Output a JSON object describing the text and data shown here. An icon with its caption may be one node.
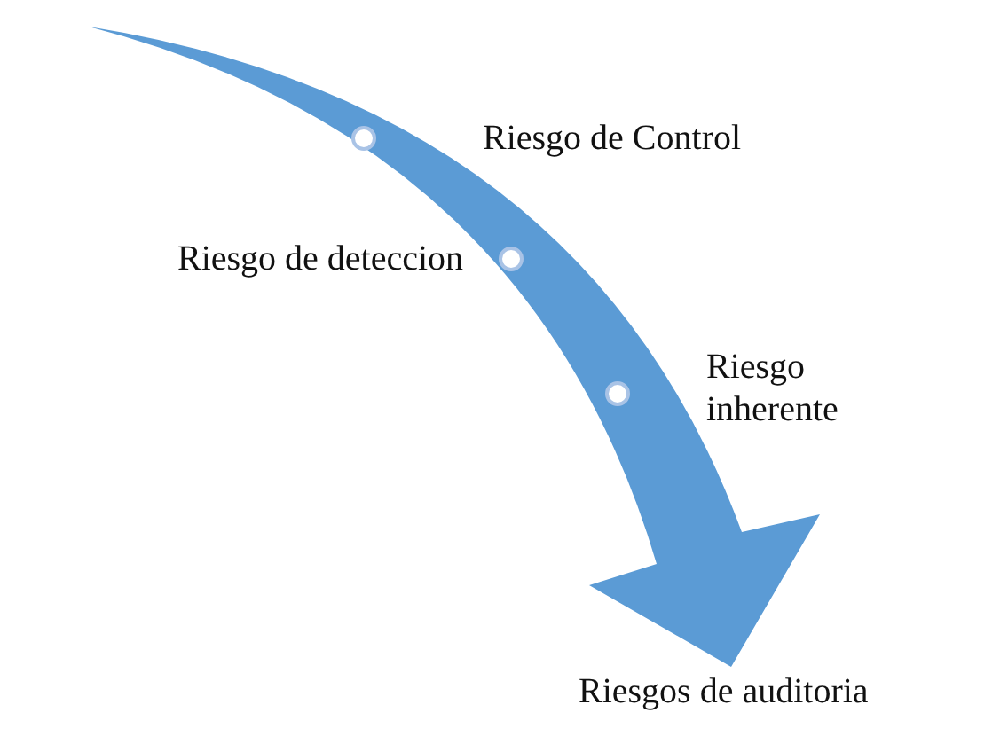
{
  "diagram": {
    "nodes": [
      {
        "text": [],
        "shape": "circle",
        "beside": [
          "Riesgo de Control"
        ]
      },
      {
        "text": [],
        "shape": "circle",
        "beside": [
          "Riesgo de deteccion"
        ]
      },
      {
        "text": [],
        "shape": "circle",
        "beside": [
          "Riesgo inherente"
        ]
      },
      {
        "text": [
          "Riesgos de auditoria"
        ]
      }
    ],
    "edges": [
      {
        "from": null,
        "to": 3,
        "arrow": "to",
        "style": "thick",
        "color": "#5b9bd5"
      }
    ]
  }
}
